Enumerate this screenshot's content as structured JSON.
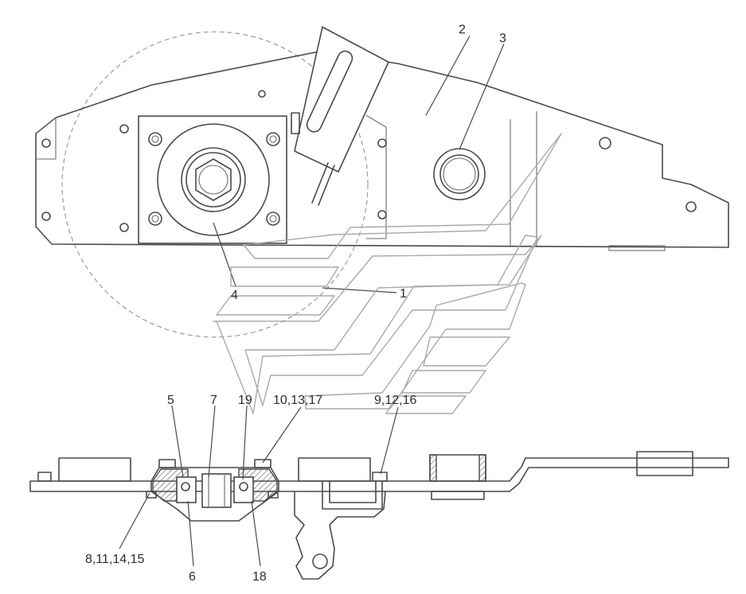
{
  "callouts": {
    "c1": "1",
    "c2": "2",
    "c3": "3",
    "c4": "4",
    "c5": "5",
    "c6": "6",
    "c7": "7",
    "c8": "8,11,14,15",
    "c9": "9,12,16",
    "c10": "10,13,17",
    "c18": "18",
    "c19": "19"
  },
  "colors": {
    "line": "#4a4a4a",
    "background": "#ffffff"
  }
}
